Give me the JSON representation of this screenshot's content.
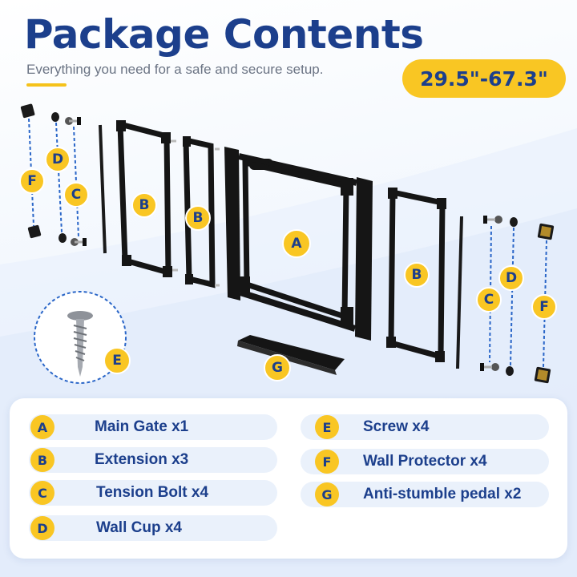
{
  "header": {
    "title": "Package Contents",
    "subtitle": "Everything you need for a safe and secure setup.",
    "size_range": "29.5\"-67.3\""
  },
  "colors": {
    "brand_blue": "#1c3f8c",
    "accent_yellow": "#f9c623",
    "dash_blue": "#2a66c8"
  },
  "diagram_labels": {
    "a": "A",
    "b": "B",
    "c": "C",
    "d": "D",
    "e": "E",
    "f": "F",
    "g": "G"
  },
  "items": [
    {
      "label": "A",
      "text": "Main Gate x1"
    },
    {
      "label": "B",
      "text": "Extension x3"
    },
    {
      "label": "C",
      "text": "Tension Bolt x4"
    },
    {
      "label": "D",
      "text": "Wall Cup x4"
    },
    {
      "label": "E",
      "text": "Screw x4"
    },
    {
      "label": "F",
      "text": "Wall Protector x4"
    },
    {
      "label": "G",
      "text": "Anti-stumble pedal x2"
    }
  ]
}
